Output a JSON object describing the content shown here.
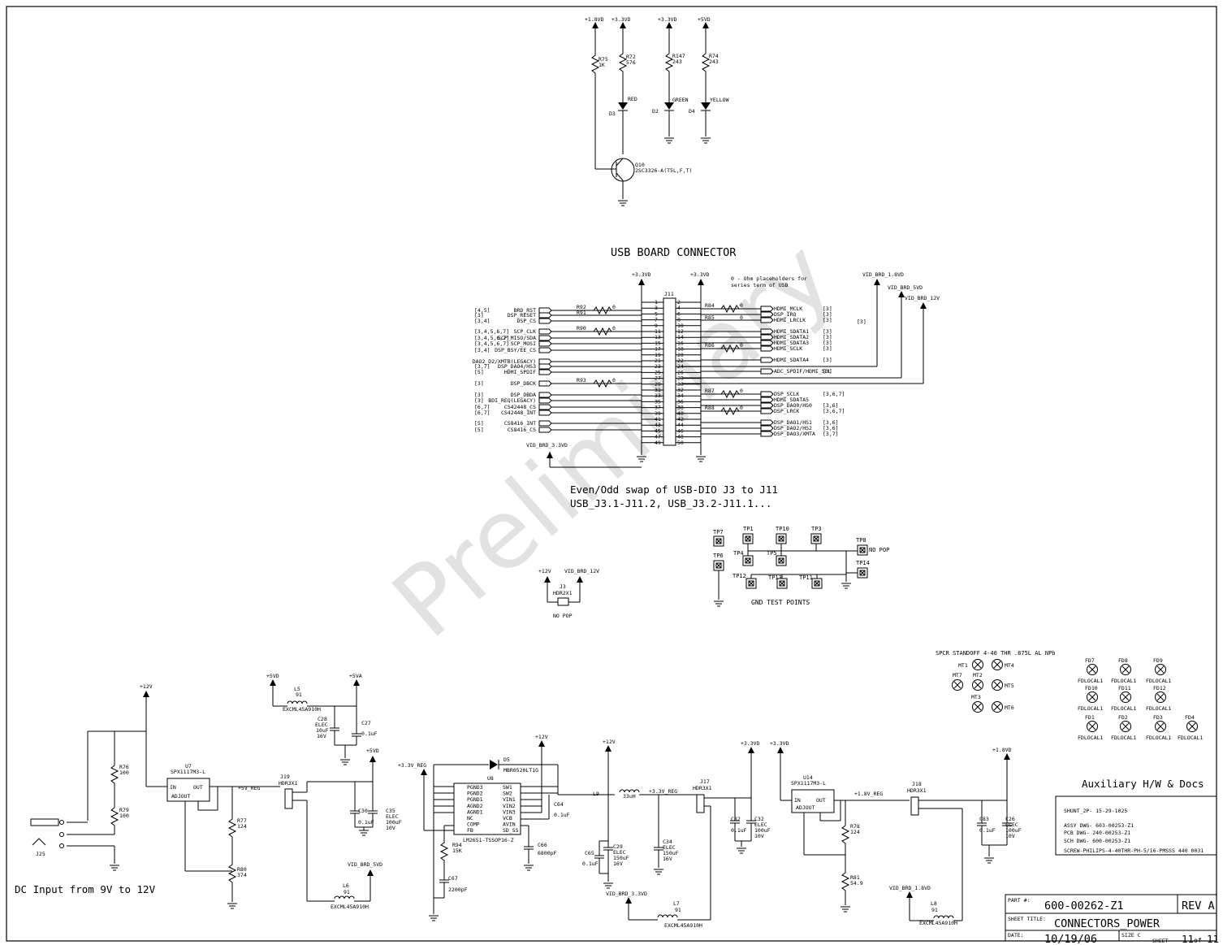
{
  "watermark": "Preliminary",
  "headings": {
    "usb_connector": "USB BOARD CONNECTOR",
    "swap_note_1": "Even/Odd swap of USB-DIO J3 to J11",
    "swap_note_2": "USB_J3.1-J11.2, USB_J3.2-J11.1...",
    "gnd_test_points": "GND TEST POINTS",
    "dc_input": "DC Input from 9V to 12V",
    "aux_title": "Auxiliary H/W & Docs",
    "zero_ohm_note_1": "0 - Ohm placeholders for",
    "zero_ohm_note_2": "series term of USB",
    "standoff": "SPCR STANDOFF 4-40 THR .875L AL NPb",
    "no_pop": "NO POP"
  },
  "rails": {
    "v18": "+1.8VD",
    "v33": "+3.3VD",
    "v5": "+5VD",
    "v12": "+12V",
    "v5a": "+5VA",
    "v5reg": "+5V_REG",
    "v33reg": "+3.3V_REG",
    "v18reg": "+1.8V_REG",
    "vid18": "VID_BRD_1.8VD",
    "vid5": "VID_BRD_5VD",
    "vid12": "VID_BRD_12V",
    "vid33": "VID_BRD_3.3VD"
  },
  "led_section": {
    "r75": "R75",
    "r75v": "1K",
    "r72": "R72",
    "r72v": "576",
    "r147": "R147",
    "r147v": "243",
    "r74": "R74",
    "r74v": "243",
    "d3": "D3",
    "d3c": "RED",
    "d2": "D2",
    "d2c": "GREEN",
    "d4": "D4",
    "d4c": "YELLOW",
    "q10": "Q10",
    "q10v": "2SC3326-A(T5L,F,T)"
  },
  "connector": {
    "ref": "J11",
    "left_refs": [
      "[4,5]",
      "[3]",
      "[3,4]",
      "",
      "[3,4,5,6,7]",
      "[3,4,5,6,7]",
      "[3,4,5,6,7]",
      "[3,4]",
      "",
      "[3,7]",
      "[5]",
      "",
      "[3]",
      "",
      "[3]",
      "[3]",
      "[6,7]",
      "[6,7]",
      "",
      "[5]",
      "[5]"
    ],
    "left_nets": [
      "BRD_RST",
      "DSP_RESET",
      "DSP_CS",
      "SCP_CLK",
      "SCP_MISO/SDA",
      "SCP_MOSI",
      "DSP_BSY/EE_CS",
      "DAO2_D2/XMTB(LEGACY)",
      "DSP_DAO4/HS3",
      "HDMI_SPDIF",
      "DSP_DBCK",
      "DSP_DBDA",
      "BDI_REQ(LEGACY)",
      "CS42448_CS",
      "CS42448_INT",
      "CS8416_INT",
      "CS8416_CS"
    ],
    "right_nets": [
      "HDMI_MCLK",
      "DSP_IRQ",
      "HDMI_LRCLK",
      "HDMI_SDATA1",
      "HDMI_SDATA2",
      "HDMI_SDATA3",
      "HDMI_SCLK",
      "HDMI_SDATA4",
      "ADC_SPDIF/HDMI_SEL",
      "DSP_SCLK",
      "HDMI_SDATA5",
      "DSP_DAO0/HS0",
      "DSP_LRCK",
      "DSP_DAO1/HS1",
      "DSP_DAO2/HS2",
      "DSP_DAO3/XMTA"
    ],
    "right_refs": [
      "[3]",
      "[3]",
      "[3]",
      "[3]",
      "[3]",
      "[3]",
      "[3]",
      "[3]",
      "[3]",
      "[3,6,7]",
      "",
      "[3,6]",
      "[3,6,7]",
      "[3,6]",
      "[3,6]",
      "[3,7]"
    ],
    "lrclk_extra_ref": "[3]",
    "left_res": [
      "R92",
      "R91",
      "R90",
      "R93"
    ],
    "right_res": [
      "R84",
      "R85",
      "R86",
      "R87",
      "R88"
    ],
    "res_value": "0",
    "pins_odd": [
      "1",
      "3",
      "5",
      "7",
      "9",
      "11",
      "13",
      "15",
      "17",
      "19",
      "21",
      "23",
      "25",
      "27",
      "29",
      "31",
      "33",
      "35",
      "37",
      "39",
      "41",
      "43",
      "45",
      "47",
      "49"
    ],
    "pins_even": [
      "2",
      "4",
      "6",
      "8",
      "10",
      "12",
      "14",
      "16",
      "18",
      "20",
      "22",
      "24",
      "26",
      "28",
      "30",
      "32",
      "34",
      "36",
      "38",
      "40",
      "42",
      "44",
      "46",
      "48",
      "50"
    ]
  },
  "test_points": {
    "tp7": "TP7",
    "tp6": "TP6",
    "tp1": "TP1",
    "tp10": "TP10",
    "tp3": "TP3",
    "tp4": "TP4",
    "tp5": "TP5",
    "tp8": "TP8",
    "tp14": "TP14",
    "tp12": "TP12",
    "tp13": "TP13",
    "tp11": "TP11"
  },
  "j3": {
    "ref": "J3",
    "val": "HDR2X1"
  },
  "mounting": [
    "MT1",
    "MT4",
    "MT7",
    "MT2",
    "MT5",
    "MT3",
    "MT6"
  ],
  "fiducials": {
    "names": [
      "FD7",
      "FD8",
      "FD9",
      "FD10",
      "FD11",
      "FD12",
      "FD1",
      "FD2",
      "FD3",
      "FD4"
    ],
    "value": "FDLOCAL1"
  },
  "dc_section": {
    "r76": "R76",
    "r76v": "100",
    "r79": "R79",
    "r79v": "100",
    "j25": "J25",
    "u7": "U7",
    "u7v": "SPX1117M3-L",
    "in": "IN",
    "out": "OUT",
    "adj": "ADJOUT",
    "r77": "R77",
    "r77v": "124",
    "r80": "R80",
    "r80v": "374",
    "j19": "J19",
    "hdr": "HDR3X1",
    "l5": "L5",
    "l5v": "91",
    "bead": "EXCML45A910H",
    "c28": "C28",
    "c28v": [
      "ELEC",
      "10uF",
      "16V"
    ],
    "c27": "C27",
    "c27v": "0.1uF",
    "c30": "C30",
    "c30v": "0.1uF",
    "c35": "C35",
    "c35v": [
      "ELEC",
      "100uF",
      "10V"
    ],
    "l6": "L6",
    "l6v": "91"
  },
  "buck": {
    "u8": "U8",
    "u8v": "LM2651-TSSOP16-Z",
    "d5": "D5",
    "d5v": "MBR0520LT1G",
    "pins_left": [
      "PGND3",
      "PGND2",
      "PGND1",
      "AGND2",
      "AGND1",
      "NC",
      "COMP",
      "FB"
    ],
    "pins_right": [
      "SW1",
      "SW2",
      "VIN1",
      "VIN2",
      "VIN3",
      "VCB",
      "AVIN",
      "SD_SS"
    ],
    "c64": "C64",
    "c64v": "0.1uF",
    "c66": "C66",
    "c66v": "6800pF",
    "r94": "R94",
    "r94v": "15K",
    "c67": "C67",
    "c67v": "2200pF",
    "l9": "L9",
    "l9v": "33uH",
    "c65": "C65",
    "c65v": "0.1uF",
    "c29": "C29",
    "c29v": [
      "ELEC",
      "150uF",
      "16V"
    ],
    "c34": "C34",
    "c34v": [
      "ELEC",
      "150uF",
      "16V"
    ],
    "j17": "J17",
    "l7": "L7",
    "l7v": "91",
    "c82": "C82",
    "c82v": "0.1uF",
    "c32": "C32",
    "c32v": [
      "ELEC",
      "100uF",
      "10V"
    ]
  },
  "ldo18": {
    "u14": "U14",
    "u14v": "SPX1117M3-L",
    "r78": "R78",
    "r78v": "124",
    "r81": "R81",
    "r81v": "54.9",
    "j18": "J18",
    "c83": "C83",
    "c83v": "0.1uF",
    "c26": "C26",
    "c26v": [
      "ELEC",
      "100uF",
      "10V"
    ],
    "l8": "L8",
    "l8v": "91"
  },
  "aux_docs": {
    "shunt": "SHUNT_2P-  15-29-1025",
    "assy": "ASSY DWG- 603-00253-Z1",
    "pcb": "PCB DWG- 240-00253-Z1",
    "sch": "SCH DWG- 600-00253-Z1",
    "screw": "SCREW-PHILIPS-4-40THR-PH-5/16-PMSSS 440 0031"
  },
  "title_block": {
    "part_label": "PART #:",
    "part": "600-00262-Z1",
    "rev": "REV A",
    "sheet_title_label": "SHEET TITLE:",
    "sheet_title": "CONNECTORS_POWER",
    "date_label": "DATE:",
    "date": "10/19/06",
    "size_label": "SIZE C",
    "sheet_label": "SHEET",
    "sheet_no": "11",
    "of": "of",
    "sheet_total": "11"
  }
}
